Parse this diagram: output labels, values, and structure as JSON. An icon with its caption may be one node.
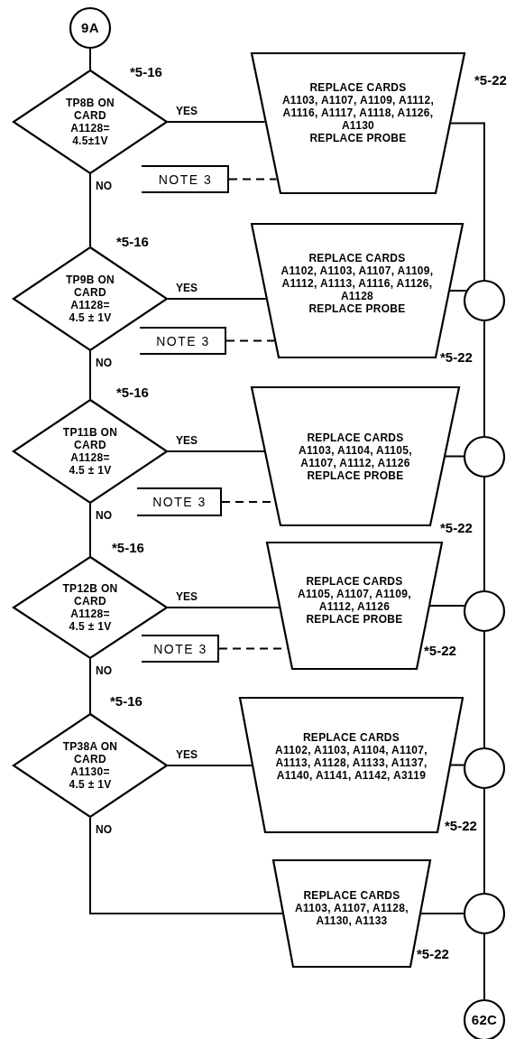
{
  "diagram": {
    "nodes": [
      {
        "text": [
          "9A"
        ]
      },
      {
        "text": [
          "TP8B ON CARD A1128= 4.5±1V"
        ],
        "beside": [
          "*5-16"
        ]
      },
      {
        "text": [
          "REPLACE CARDS",
          "A1103, A1107, A1109, A1112, A1116, A1117, A1118, A1126, A1130",
          "REPLACE PROBE"
        ],
        "beside": [
          "*5-22"
        ]
      },
      {
        "text": [
          "NOTE 3"
        ]
      },
      {
        "text": [
          "TP9B ON CARD A1128= 4.5 ± 1V"
        ],
        "beside": [
          "*5-16"
        ]
      },
      {
        "text": [
          "REPLACE CARDS",
          "A1102, A1103, A1107, A1109, A1112, A1113, A1116, A1126, A1128",
          "REPLACE PROBE"
        ],
        "beside": [
          "*5-22"
        ]
      },
      {
        "text": [
          "NOTE 3"
        ]
      },
      {
        "text": [
          "TP11B ON CARD A1128= 4.5 ± 1V"
        ],
        "beside": [
          "*5-16"
        ]
      },
      {
        "text": [
          "REPLACE CARDS",
          "A1103, A1104, A1105, A1107, A1112, A1126",
          "REPLACE PROBE"
        ],
        "beside": [
          "*5-22"
        ]
      },
      {
        "text": [
          "NOTE 3"
        ]
      },
      {
        "text": [
          "TP12B ON CARD A1128= 4.5 ± 1V"
        ],
        "beside": [
          "*5-16"
        ]
      },
      {
        "text": [
          "REPLACE CARDS",
          "A1105, A1107, A1109, A1112, A1126",
          "REPLACE PROBE"
        ],
        "beside": [
          "*5-22"
        ]
      },
      {
        "text": [
          "NOTE 3"
        ]
      },
      {
        "text": [
          "TP38A ON CARD A1130= 4.5 ± 1V"
        ],
        "beside": [
          "*5-16"
        ]
      },
      {
        "text": [
          "REPLACE CARDS",
          "A1102, A1103, A1104, A1107, A1113, A1128, A1133, A1137, A1140, A1141, A1142, A3119"
        ],
        "beside": [
          "*5-22"
        ]
      },
      {
        "text": [
          "REPLACE CARDS",
          "A1103, A1107, A1128, A1130, A1133"
        ],
        "beside": [
          "*5-22"
        ]
      },
      {
        "text": [],
        "shape": "circle"
      },
      {
        "text": [],
        "shape": "circle"
      },
      {
        "text": [],
        "shape": "circle"
      },
      {
        "text": [],
        "shape": "circle"
      },
      {
        "text": [],
        "shape": "circle"
      },
      {
        "text": [
          "62C"
        ]
      }
    ],
    "edges": [
      {
        "from": 0,
        "to": 1,
        "arrow": "none"
      },
      {
        "from": 1,
        "to": 2,
        "arrow": "none",
        "label": "YES"
      },
      {
        "from": 1,
        "to": 4,
        "arrow": "none",
        "label": "NO"
      },
      {
        "from": 3,
        "to": 2,
        "arrow": "none",
        "style": "dashed"
      },
      {
        "from": 2,
        "to": 16,
        "arrow": "none"
      },
      {
        "from": 4,
        "to": 5,
        "arrow": "none",
        "label": "YES"
      },
      {
        "from": 5,
        "to": 16,
        "arrow": "none"
      },
      {
        "from": 4,
        "to": 7,
        "arrow": "none",
        "label": "NO"
      },
      {
        "from": 6,
        "to": 5,
        "arrow": "none",
        "style": "dashed"
      },
      {
        "from": 16,
        "to": 17,
        "arrow": "none"
      },
      {
        "from": 7,
        "to": 8,
        "arrow": "none",
        "label": "YES"
      },
      {
        "from": 8,
        "to": 17,
        "arrow": "none"
      },
      {
        "from": 7,
        "to": 10,
        "arrow": "none",
        "label": "NO"
      },
      {
        "from": 9,
        "to": 8,
        "arrow": "none",
        "style": "dashed"
      },
      {
        "from": 17,
        "to": 18,
        "arrow": "none"
      },
      {
        "from": 10,
        "to": 11,
        "arrow": "none",
        "label": "YES"
      },
      {
        "from": 11,
        "to": 18,
        "arrow": "none"
      },
      {
        "from": 10,
        "to": 13,
        "arrow": "none",
        "label": "NO"
      },
      {
        "from": 12,
        "to": 11,
        "arrow": "none",
        "style": "dashed"
      },
      {
        "from": 18,
        "to": 19,
        "arrow": "none"
      },
      {
        "from": 13,
        "to": 14,
        "arrow": "none",
        "label": "YES"
      },
      {
        "from": 14,
        "to": 19,
        "arrow": "none"
      },
      {
        "from": 13,
        "to": 15,
        "arrow": "none",
        "label": "NO"
      },
      {
        "from": 15,
        "to": 20,
        "arrow": "none"
      },
      {
        "from": 19,
        "to": 20,
        "arrow": "none"
      },
      {
        "from": 20,
        "to": 21,
        "arrow": "none"
      }
    ]
  }
}
